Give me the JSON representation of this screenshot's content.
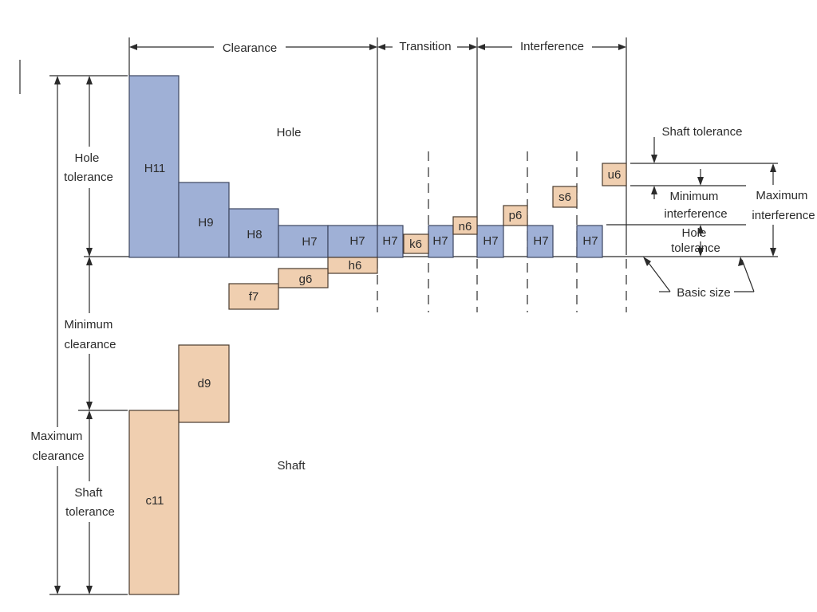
{
  "headers": {
    "clearance": "Clearance",
    "transition": "Transition",
    "interference": "Interference"
  },
  "regions": {
    "hole": "Hole",
    "shaft": "Shaft"
  },
  "left_labels": {
    "hole_tolerance": [
      "Hole",
      "tolerance"
    ],
    "minimum_clearance": [
      "Minimum",
      "clearance"
    ],
    "maximum_clearance": [
      "Maximum",
      "clearance"
    ],
    "shaft_tolerance": [
      "Shaft",
      "tolerance"
    ]
  },
  "right_labels": {
    "shaft_tolerance": "Shaft tolerance",
    "minimum_interference": [
      "Minimum",
      "interference"
    ],
    "maximum_interference": [
      "Maximum",
      "interference"
    ],
    "hole_tolerance": [
      "Hole",
      "tolerance"
    ],
    "basic_size": "Basic size"
  },
  "hole_boxes": [
    "H11",
    "H9",
    "H8",
    "H7",
    "H7",
    "H7",
    "H7",
    "H7",
    "H7",
    "H7"
  ],
  "shaft_boxes": [
    "h6",
    "g6",
    "f7",
    "d9",
    "c11",
    "k6",
    "n6",
    "p6",
    "s6",
    "u6"
  ],
  "colors": {
    "hole_fill": "#9fb0d6",
    "shaft_fill": "#f0cfb0",
    "line": "#2b2b2b"
  }
}
